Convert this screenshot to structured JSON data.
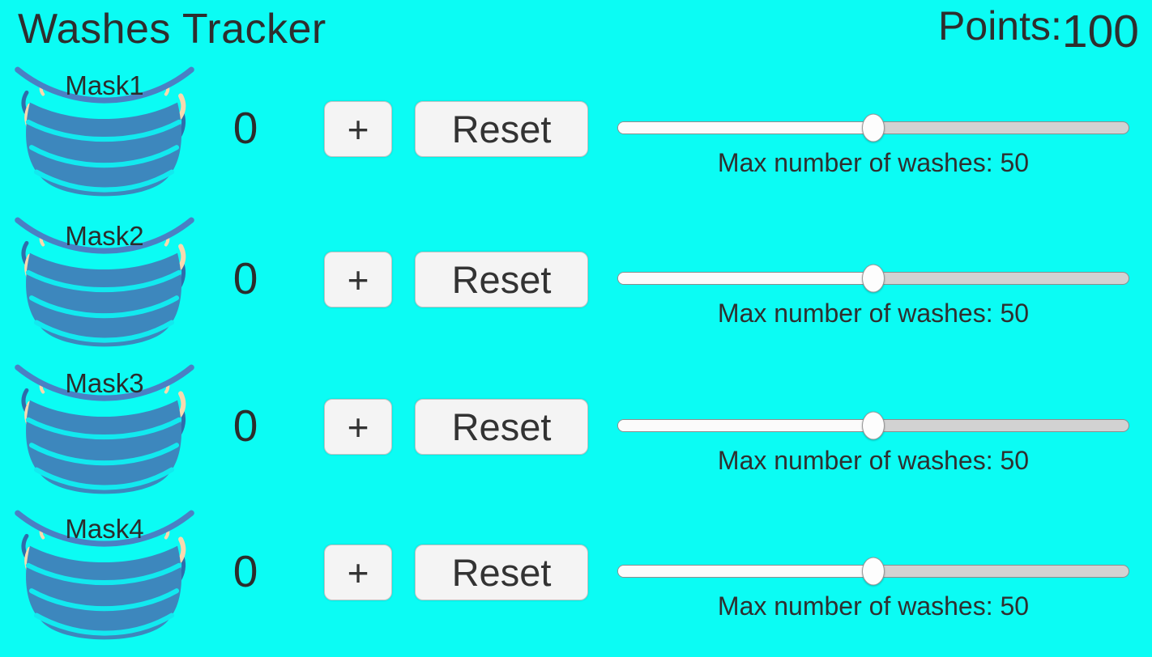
{
  "header": {
    "title": "Washes Tracker",
    "points_label": "Points:",
    "points_value": "100"
  },
  "rows": [
    {
      "icon": "face-mask-icon",
      "label": "Mask1",
      "count": "0",
      "plus_label": "+",
      "reset_label": "Reset",
      "slider_percent": 50,
      "max_washes_label": "Max number of washes: 50"
    },
    {
      "icon": "face-mask-icon",
      "label": "Mask2",
      "count": "0",
      "plus_label": "+",
      "reset_label": "Reset",
      "slider_percent": 50,
      "max_washes_label": "Max number of washes: 50"
    },
    {
      "icon": "face-mask-icon",
      "label": "Mask3",
      "count": "0",
      "plus_label": "+",
      "reset_label": "Reset",
      "slider_percent": 50,
      "max_washes_label": "Max number of washes: 50"
    },
    {
      "icon": "face-mask-icon",
      "label": "Mask4",
      "count": "0",
      "plus_label": "+",
      "reset_label": "Reset",
      "slider_percent": 50,
      "max_washes_label": "Max number of washes: 50"
    }
  ],
  "colors": {
    "background": "#0bfcf4",
    "text": "#2e2e2e",
    "mask_body": "#3d87bd",
    "mask_strap": "#4a80c4",
    "mask_ear_skin": "#f9d9ae",
    "mask_pleat": "#12e9ef",
    "button_bg": "#f4f4f4",
    "button_border": "#c3c3c3",
    "slider_fill": "#fbfbfb",
    "slider_track": "#d2d2d2"
  }
}
